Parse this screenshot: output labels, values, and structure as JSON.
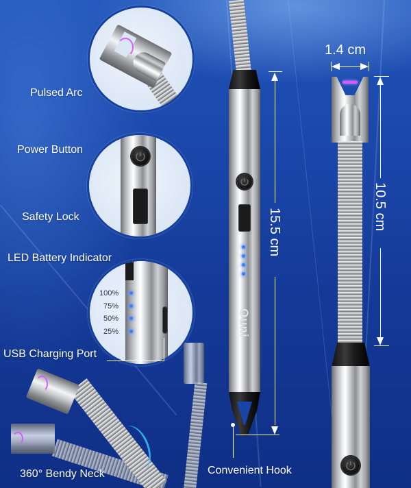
{
  "product": {
    "type": "USB rechargeable electric arc lighter",
    "brand_mark": "Ouni",
    "colors": {
      "background": "#1a45a8",
      "accent_blue_led": "#3d7cff",
      "arc_purple": "#d65cff",
      "label_text": "#ffffff"
    }
  },
  "callouts": {
    "pulsed_arc": "Pulsed Arc",
    "power_button": "Power Button",
    "safety_lock": "Safety Lock",
    "led_battery_indicator": "LED Battery Indicator",
    "usb_charging_port": "USB Charging Port",
    "bendy_neck": "360° Bendy Neck",
    "convenient_hook": "Convenient Hook"
  },
  "battery_levels": [
    "100%",
    "75%",
    "50%",
    "25%"
  ],
  "dimensions": {
    "head_width": "1.4 cm",
    "body_length": "15.5 cm",
    "neck_length": "10.5 cm"
  },
  "icons": {
    "power": "power-icon",
    "lock": "lock-switch-icon",
    "usb": "usb-c-port-icon"
  }
}
